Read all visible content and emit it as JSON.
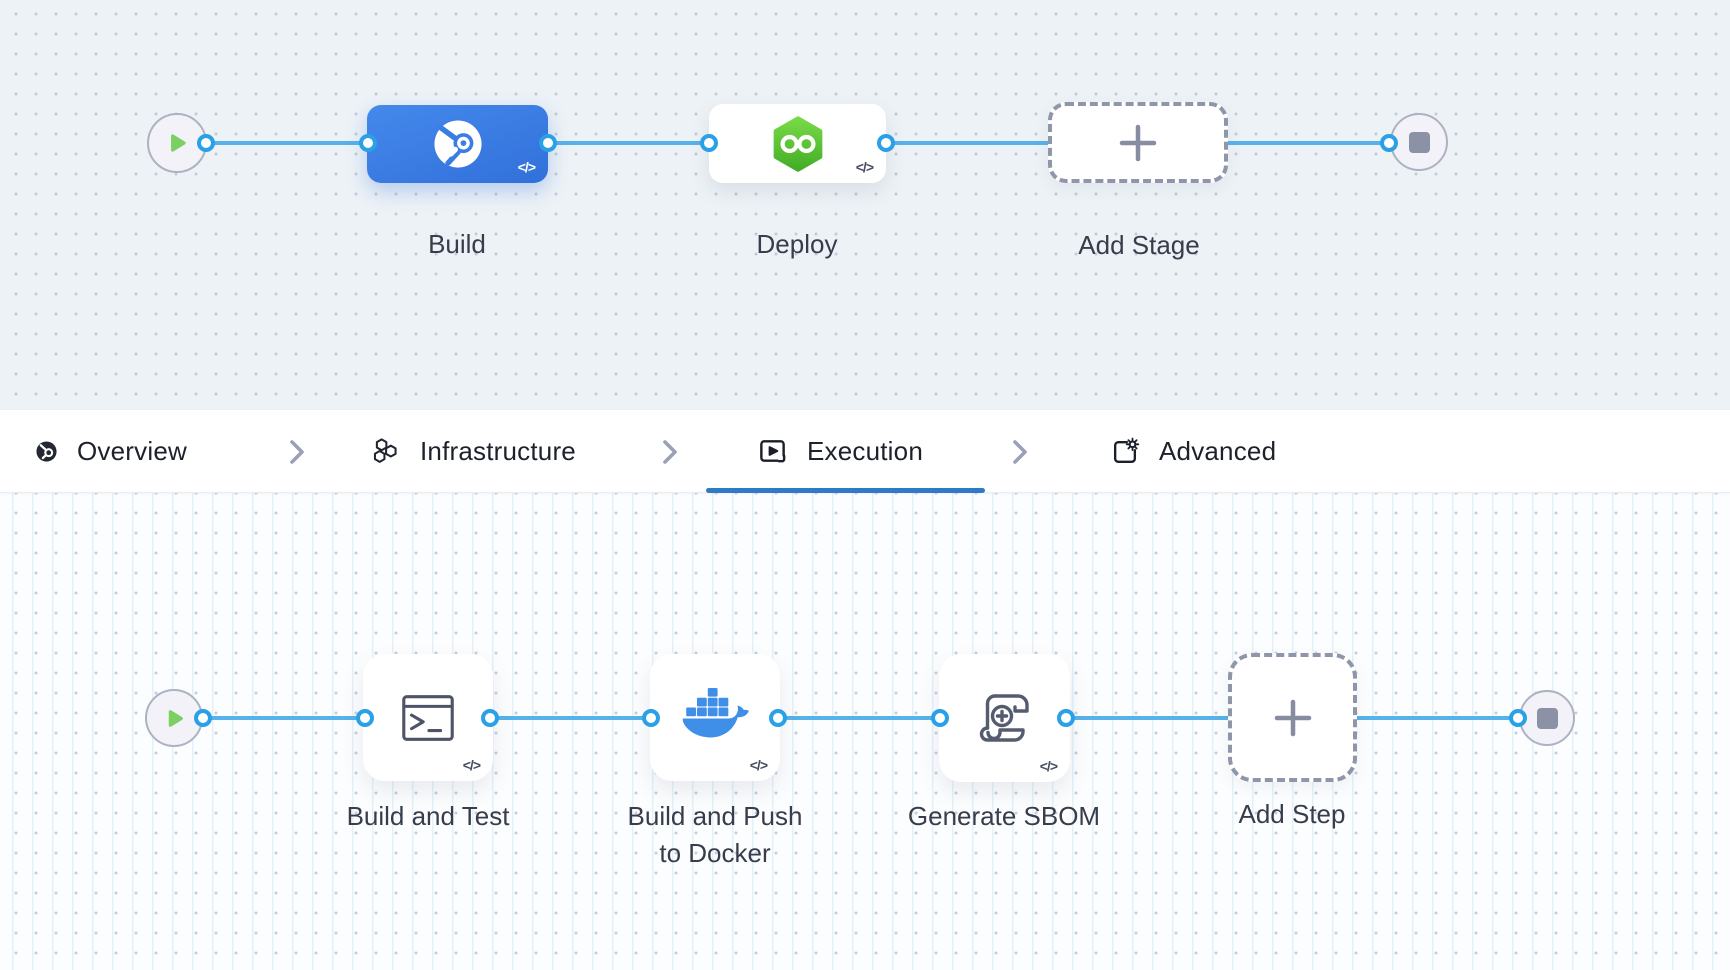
{
  "colors": {
    "accent_blue": "#3b7ee3",
    "connector_blue": "#56b2e9",
    "dot_ring_blue": "#2aa0e6",
    "tab_underline_blue": "#2f7ac6",
    "cd_green": "#5cc22e",
    "docker_blue": "#3f8ee8",
    "play_green": "#7ccf63",
    "dashed_border_gray": "#9096aa"
  },
  "stage_graph": {
    "start_icon": "play-icon",
    "end_icon": "stop-icon",
    "nodes": [
      {
        "label": "Build",
        "icon": "harness-ci-icon",
        "code_badge": "</>"
      },
      {
        "label": "Deploy",
        "icon": "harness-cd-icon",
        "code_badge": "</>"
      },
      {
        "label": "Add Stage",
        "icon": "plus-icon"
      }
    ]
  },
  "tab_bar": {
    "separator": "chevron-right",
    "tabs": [
      {
        "label": "Overview",
        "icon": "overview-icon",
        "active": false
      },
      {
        "label": "Infrastructure",
        "icon": "infrastructure-icon",
        "active": false
      },
      {
        "label": "Execution",
        "icon": "execution-icon",
        "active": true
      },
      {
        "label": "Advanced",
        "icon": "advanced-icon",
        "active": false
      }
    ]
  },
  "execution_graph": {
    "start_icon": "play-icon",
    "end_icon": "stop-icon",
    "steps": [
      {
        "label": "Build and Test",
        "icon": "terminal-icon",
        "code_badge": "</>"
      },
      {
        "label": "Build and Push to Docker",
        "icon": "docker-icon",
        "code_badge": "</>"
      },
      {
        "label": "Generate SBOM",
        "icon": "sbom-scroll-icon",
        "code_badge": "</>"
      },
      {
        "label": "Add Step",
        "icon": "plus-icon"
      }
    ]
  }
}
